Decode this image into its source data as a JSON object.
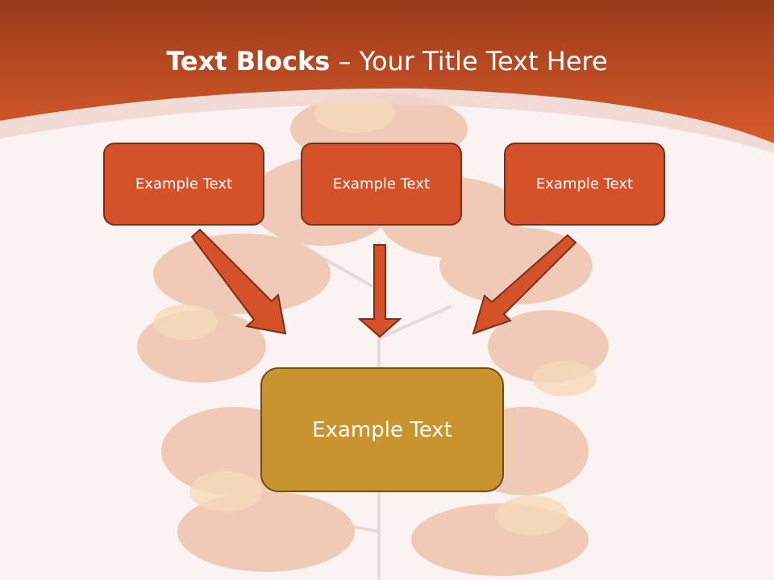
{
  "slide": {
    "title_bold": "Text Blocks",
    "title_rest": " – Your Title Text Here",
    "boxes": [
      {
        "label": "Example Text"
      },
      {
        "label": "Example Text"
      },
      {
        "label": "Example Text"
      }
    ],
    "target_box": {
      "label": "Example Text"
    },
    "colors": {
      "header": "#c94a22",
      "box_fill": "#d4512a",
      "target_fill": "#c99430",
      "arrow_fill": "#d4512a",
      "background": "#faf3f2"
    }
  }
}
